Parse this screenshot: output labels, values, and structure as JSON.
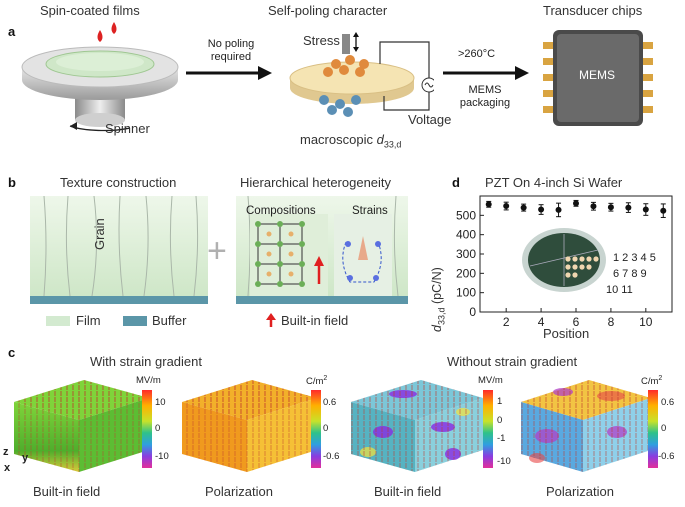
{
  "panel_a": {
    "letter": "a",
    "title1": "Spin-coated films",
    "title2": "Self-poling character",
    "title3": "Transducer chips",
    "spinner": "Spinner",
    "arrow1": "No poling required",
    "stress": "Stress",
    "voltage": "Voltage",
    "macro_prefix": "macroscopic ",
    "macro_sym": "d",
    "macro_sub": "33,d",
    "arrow2_top": ">260°C",
    "arrow2_bottom": "MEMS packaging",
    "chip": "MEMS"
  },
  "panel_b": {
    "letter": "b",
    "title1": "Texture construction",
    "title2": "Hierarchical heterogeneity",
    "grain": "Grain",
    "compositions": "Compositions",
    "strains": "Strains",
    "legend_film": "Film",
    "legend_buffer": "Buffer",
    "legend_field": "Built-in field"
  },
  "panel_d": {
    "letter": "d",
    "wafer_numbers": [
      "1 2 3 4 5",
      "6 7 8 9",
      "10 11"
    ]
  },
  "chart_data": {
    "type": "scatter",
    "title": "PZT On 4-inch Si Wafer",
    "xlabel": "Position",
    "ylabel_sym": "d",
    "ylabel_sub": "33,d",
    "ylabel_unit": " (pC/N)",
    "x": [
      1,
      2,
      3,
      4,
      5,
      6,
      7,
      8,
      9,
      10,
      11
    ],
    "values": [
      557,
      548,
      540,
      530,
      528,
      562,
      547,
      542,
      540,
      530,
      524
    ],
    "errors": [
      15,
      20,
      18,
      25,
      35,
      15,
      20,
      20,
      25,
      30,
      35
    ],
    "xticks": [
      2,
      4,
      6,
      8,
      10
    ],
    "yticks": [
      0,
      100,
      200,
      300,
      400,
      500
    ],
    "xlim": [
      0.5,
      11.5
    ],
    "ylim": [
      0,
      600
    ]
  },
  "panel_c": {
    "letter": "c",
    "with_title": "With strain gradient",
    "without_title": "Without strain gradient",
    "field_unit": "MV/m",
    "pol_unit": "C/m",
    "pol_sup": "2",
    "cb_field_ticks": [
      "10",
      "0",
      "-10"
    ],
    "cb_pol_ticks": [
      "0.6",
      "0",
      "-0.6"
    ],
    "cb_field_ticks_b": [
      "1",
      "0",
      "-1",
      "-10"
    ],
    "label_field": "Built-in field",
    "label_pol": "Polarization",
    "axis_z": "z",
    "axis_y": "y",
    "axis_x": "x"
  }
}
